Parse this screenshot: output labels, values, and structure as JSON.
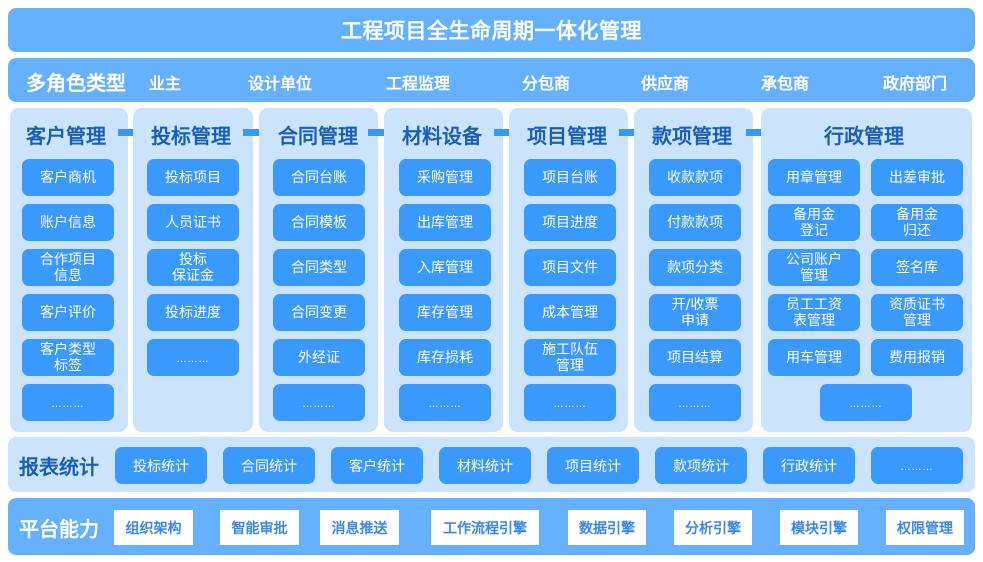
{
  "title": "工程项目全生命周期一体化管理",
  "roles": {
    "label": "多角色类型",
    "items": [
      "业主",
      "设计单位",
      "工程监理",
      "分包商",
      "供应商",
      "承包商",
      "政府部门"
    ]
  },
  "modules": [
    {
      "title": "客户管理",
      "items": [
        "客户商机",
        "账户信息",
        "合作项目\n信息",
        "客户评价",
        "客户类型\n标签",
        "………"
      ]
    },
    {
      "title": "投标管理",
      "items": [
        "投标项目",
        "人员证书",
        "投标\n保证金",
        "投标进度",
        "………"
      ]
    },
    {
      "title": "合同管理",
      "items": [
        "合同台账",
        "合同模板",
        "合同类型",
        "合同变更",
        "外经证",
        "………"
      ]
    },
    {
      "title": "材料设备",
      "items": [
        "采购管理",
        "出库管理",
        "入库管理",
        "库存管理",
        "库存损耗",
        "………"
      ]
    },
    {
      "title": "项目管理",
      "items": [
        "项目台账",
        "项目进度",
        "项目文件",
        "成本管理",
        "施工队伍\n管理",
        "………"
      ]
    },
    {
      "title": "款项管理",
      "items": [
        "收款款项",
        "付款款项",
        "款项分类",
        "开/收票\n申请",
        "项目结算",
        "………"
      ]
    },
    {
      "title": "行政管理",
      "items": [
        "用章管理",
        "出差审批",
        "备用金\n登记",
        "备用金\n归还",
        "公司账户\n管理",
        "签名库",
        "员工工资\n表管理",
        "资质证书\n管理",
        "用车管理",
        "费用报销",
        "………"
      ]
    }
  ],
  "reports": {
    "label": "报表统计",
    "items": [
      "投标统计",
      "合同统计",
      "客户统计",
      "材料统计",
      "项目统计",
      "款项统计",
      "行政统计",
      "………"
    ]
  },
  "platform": {
    "label": "平台能力",
    "items": [
      "组织架构",
      "智能审批",
      "消息推送",
      "工作流程引擎",
      "数据引擎",
      "分析引擎",
      "模块引擎",
      "权限管理"
    ]
  },
  "colors": {
    "bar_blue": "#66b1ff",
    "panel_light": "#cce4fb",
    "button_blue": "#3a99fc",
    "heading_dark_blue": "#1a5fb4"
  }
}
